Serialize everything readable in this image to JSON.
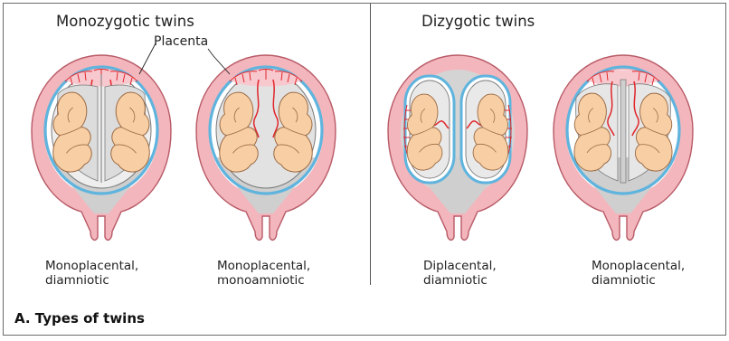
{
  "groups": {
    "monozygotic": {
      "title": "Monozygotic twins"
    },
    "dizygotic": {
      "title": "Dizygotic twins"
    }
  },
  "callout": {
    "placenta": "Placenta"
  },
  "panels": [
    {
      "caption_line1": "Monoplacental,",
      "caption_line2": "diamniotic"
    },
    {
      "caption_line1": "Monoplacental,",
      "caption_line2": "monoamniotic"
    },
    {
      "caption_line1": "Diplacental,",
      "caption_line2": "diamniotic"
    },
    {
      "caption_line1": "Monoplacental,",
      "caption_line2": "diamniotic"
    }
  ],
  "figure_label": "A. Types of twins",
  "colors": {
    "uterus_wall": "#f3b6bd",
    "uterus_outline": "#b85a66",
    "chorion": "#5fb4de",
    "amnion_fill": "#e6e6e6",
    "fetus": "#f8cfa4",
    "fetus_outline": "#9b6a44",
    "vessel": "#e1252a",
    "cervix": "#cfcfcf"
  }
}
